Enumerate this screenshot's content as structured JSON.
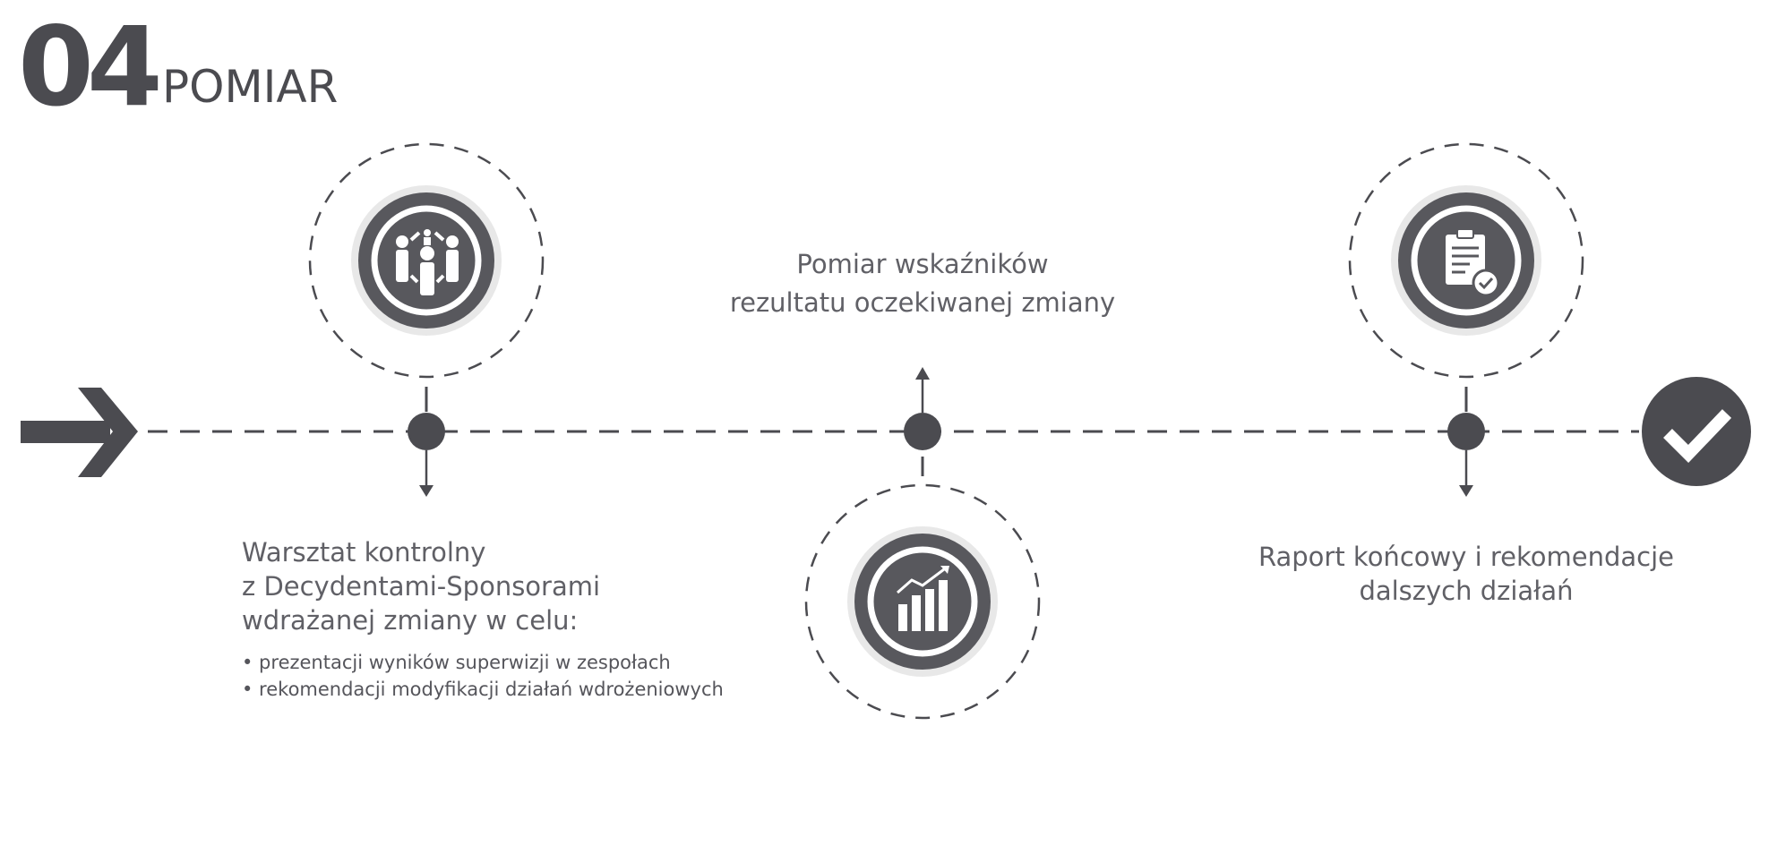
{
  "header": {
    "number": "04",
    "title": "POMIAR"
  },
  "steps": [
    {
      "icon": "people-network-icon",
      "lines": [
        "Warsztat kontrolny",
        "z Decydentami-Sponsorami",
        "wdrażanej zmiany w celu:"
      ],
      "bullets": [
        "• prezentacji wyników superwizji w zespołach",
        "• rekomendacji modyfikacji działań wdrożeniowych"
      ]
    },
    {
      "icon": "growth-chart-icon",
      "lines": [
        "Pomiar wskaźników",
        "rezultatu oczekiwanej zmiany"
      ]
    },
    {
      "icon": "clipboard-check-icon",
      "lines": [
        "Raport końcowy i rekomendacje",
        "dalszych działań"
      ]
    }
  ],
  "colors": {
    "dark": "#4b4b50",
    "text": "#5d5d63",
    "ring": "#e6e6e6"
  }
}
